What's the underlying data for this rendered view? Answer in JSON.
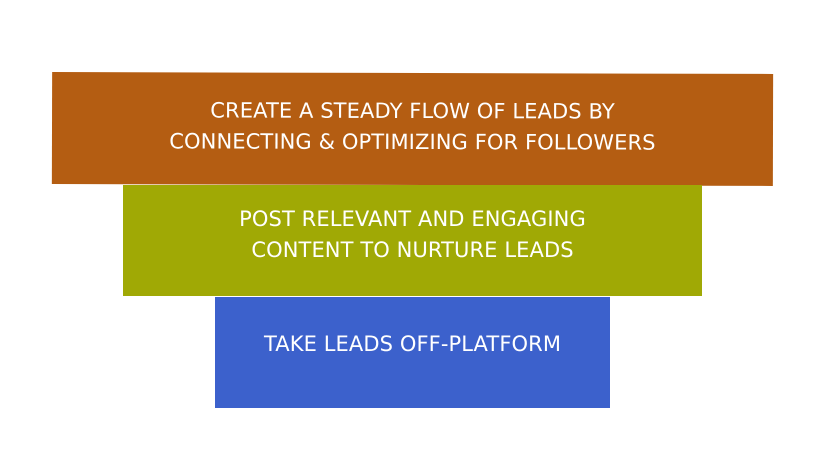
{
  "funnel": {
    "tiers": [
      {
        "line1": "CREATE A STEADY FLOW OF LEADS BY",
        "line2": "CONNECTING & OPTIMIZING FOR FOLLOWERS",
        "color": "#B45D12"
      },
      {
        "line1": "POST RELEVANT AND ENGAGING",
        "line2": "CONTENT TO NURTURE LEADS",
        "color": "#A0A905"
      },
      {
        "line1": "TAKE LEADS OFF-PLATFORM",
        "line2": "",
        "color": "#3C61CC"
      }
    ]
  }
}
